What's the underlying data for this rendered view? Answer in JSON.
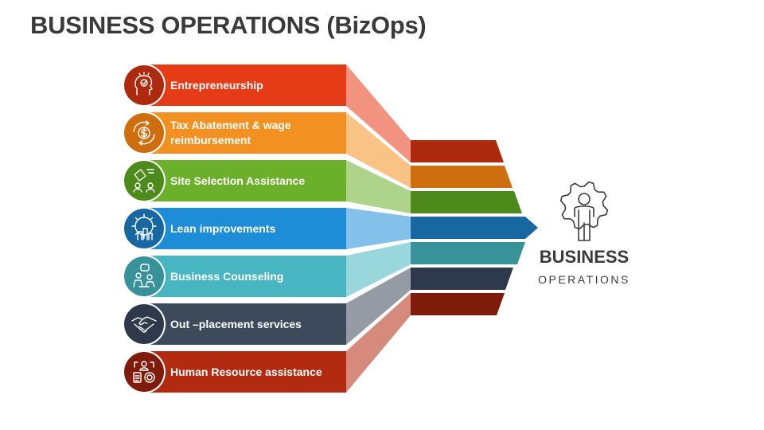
{
  "title": "BUSINESS OPERATIONS (BizOps)",
  "items": [
    {
      "label": "Entrepreneurship",
      "icon": "head-idea-icon",
      "color": "#E53B17",
      "bar_color": "#AD2A0E"
    },
    {
      "label": "Tax Abatement & wage reimbursement",
      "icon": "dollar-cycle-icon",
      "color": "#F29122",
      "bar_color": "#CF6E0F"
    },
    {
      "label": "Site Selection Assistance",
      "icon": "site-selection-icon",
      "color": "#6CAF2A",
      "bar_color": "#4C8A1C"
    },
    {
      "label": "Lean improvements",
      "icon": "lean-gear-icon",
      "color": "#1E8DD8",
      "bar_color": "#1767A1"
    },
    {
      "label": "Business Counseling",
      "icon": "counseling-icon",
      "color": "#48B6C2",
      "bar_color": "#37929A"
    },
    {
      "label": "Out –placement services",
      "icon": "handshake-icon",
      "color": "#3C4A5C",
      "bar_color": "#2E3A4B"
    },
    {
      "label": "Human Resource assistance",
      "icon": "hr-settings-icon",
      "color": "#B22A10",
      "bar_color": "#7F1B0A"
    }
  ],
  "center": {
    "title": "BUSINESS",
    "subtitle": "OPERATIONS",
    "icon": "person-gear-icon"
  }
}
